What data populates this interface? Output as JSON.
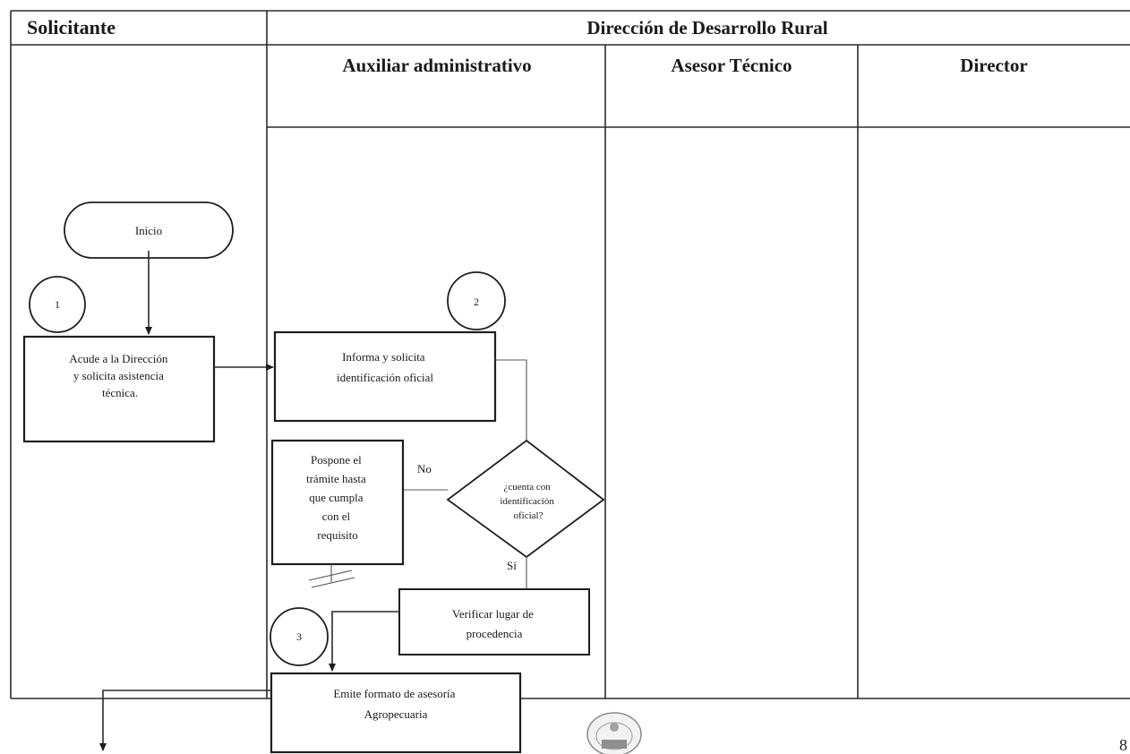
{
  "lanes": {
    "solicitante": "Solicitante",
    "direccion": "Dirección de Desarrollo Rural",
    "auxiliar": "Auxiliar administrativo",
    "asesor": "Asesor Técnico",
    "director": "Director"
  },
  "nodes": {
    "inicio": "Inicio",
    "step1_lines": [
      "Acude a la Dirección",
      "y solicita asistencia",
      "técnica."
    ],
    "step2_lines": [
      "Informa y solicita",
      "identificación oficial"
    ],
    "decision_lines": [
      "¿cuenta con",
      "identificación",
      "oficial?"
    ],
    "postpone_lines": [
      "Pospone el",
      "trámite hasta",
      "que cumpla",
      "con el",
      "requisito"
    ],
    "verify_lines": [
      "Verificar lugar de",
      "procedencia"
    ],
    "emit_lines": [
      "Emite formato de asesoría",
      "Agropecuaria"
    ]
  },
  "connectors": {
    "c1": "1",
    "c2": "2",
    "c3": "3"
  },
  "labels": {
    "no": "No",
    "si": "Sí"
  },
  "footer": {
    "page_number": "8"
  },
  "icons": {
    "seal": "municipal-seal-icon"
  }
}
